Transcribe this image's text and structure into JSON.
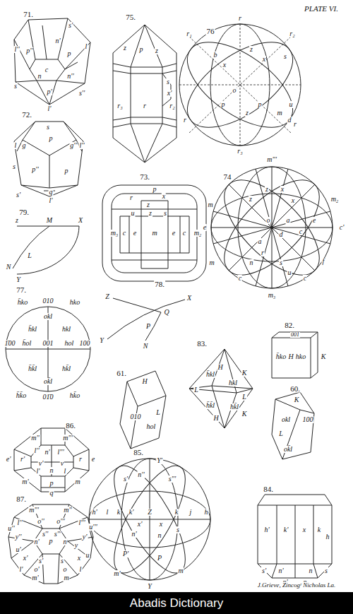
{
  "diagram": {
    "labels": [
      "PLATE VI.",
      "71.",
      "s'",
      "n'",
      "l",
      "l''",
      "p''",
      "p",
      "c",
      "n",
      "n''",
      "s",
      "p'",
      "s''",
      "l'",
      "72.",
      "s",
      "l",
      "g",
      "p",
      "g''",
      "l''",
      "s",
      "p''",
      "p",
      "s'",
      "q",
      "l'",
      "75.",
      "z",
      "p",
      "z",
      "s",
      "x'",
      "r₃",
      "r",
      "r₂",
      "76",
      "r",
      "r₁",
      "r₂",
      "b",
      "x",
      "x",
      "z",
      "s",
      "p",
      "o",
      "z",
      "p",
      "m",
      "d",
      "u",
      "r",
      "r",
      "r₃",
      "73.",
      "p",
      "r",
      "x",
      "z",
      "u",
      "z",
      "s",
      "m₃",
      "c",
      "e",
      "m",
      "e",
      "c",
      "m₂",
      "74",
      "m'''",
      "m",
      "m₂",
      "c'",
      "e",
      "m",
      "m₃",
      "c",
      "c",
      "f",
      "z",
      "x",
      "z",
      "x",
      "a",
      "e",
      "c",
      "d",
      "o",
      "a",
      "r",
      "s",
      "u",
      "n",
      "79.",
      "z",
      "M",
      "X",
      "L",
      "N",
      "Y",
      "78.",
      "Z",
      "X",
      "Q",
      "P",
      "Y",
      "N",
      "77.",
      "h̄ko",
      "010",
      "hko",
      "okl",
      "h̄kl",
      "hkl",
      "1̄00",
      "h̄ol",
      "001",
      "hol",
      "100",
      "h̄k̄l",
      "hk̄l",
      "ok̄l",
      "h̄k̄o",
      "01̄0",
      "hk̄o",
      "82.",
      "001",
      "h̄ko",
      "H",
      "hko",
      "K",
      "61.",
      "H",
      "010",
      "hol",
      "L",
      "83.",
      "h̄kl",
      "H",
      "K",
      "hkl",
      "L",
      "L",
      "h̄k̄l",
      "hk̄l",
      "H",
      "K",
      "60.",
      "K",
      "okl",
      "100",
      "L",
      "ok̄l",
      "86.",
      "m''",
      "m'''",
      "l''",
      "n'",
      "l'''",
      "e'",
      "r'",
      "v'",
      "v",
      "r",
      "e",
      "l'",
      "n",
      "l",
      "m'",
      "m",
      "p",
      "q",
      "85.",
      "Y'",
      "s'",
      "n''",
      "s'''",
      "h'",
      "l",
      "k",
      "k'",
      "Z",
      "x'",
      "x",
      "k",
      "j",
      "h",
      "n'",
      "n",
      "s",
      "P'",
      "P",
      "m'",
      "m",
      "Y",
      "87.",
      "m'''",
      "m''",
      "l''",
      "o''",
      "o'''",
      "l'''",
      "s''",
      "s'''",
      "u''",
      "u'''",
      "y''",
      "y'",
      "n'",
      "p",
      "n",
      "y",
      "u'",
      "x'",
      "s'",
      "s",
      "x",
      "u",
      "l'",
      "o'",
      "o",
      "l",
      "m'",
      "m",
      "84.",
      "h'",
      "k'",
      "x",
      "k",
      "h",
      "s'",
      "n'",
      "n",
      "s",
      "p'",
      "p",
      "J.Grieve, Zincogʳ Nicholas La.",
      "Abadis Dictionary"
    ]
  }
}
